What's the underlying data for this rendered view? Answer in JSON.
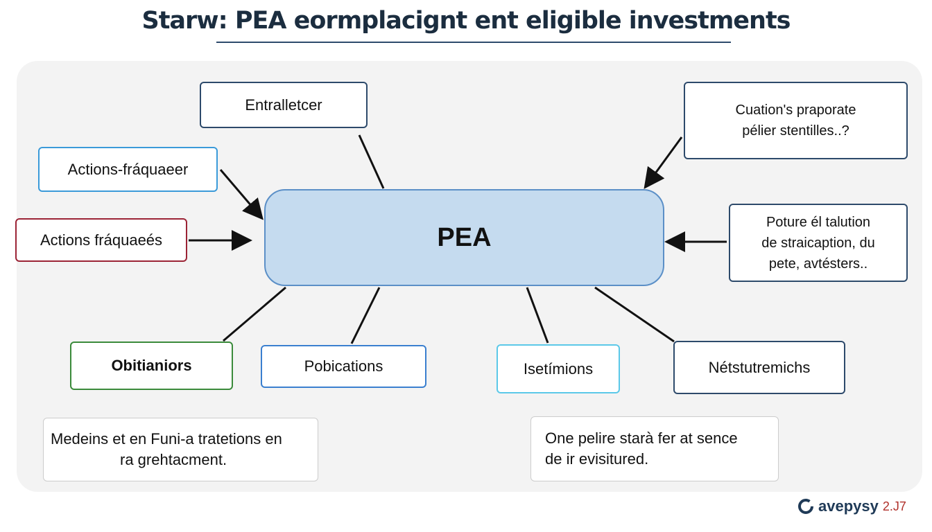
{
  "title": "Starw: PEA eormplacignt ent eligible investments",
  "center": "PEA",
  "nodes": {
    "entralletcer": "Entralletcer",
    "actions1": "Actions-fráquaeer",
    "actions2": "Actions fráquaeés",
    "cuation_1": "Cuation's praporate",
    "cuation_2": "pélier stentilles..?",
    "poture_1": "Poture él talution",
    "poture_2": "de straicaption, du",
    "poture_3": "pete, avtésters..",
    "obitianiors": "Obitianiors",
    "pobications": "Pobications",
    "isetimions": "Isetímions",
    "netstutremichs": "Nétstutremichs"
  },
  "notes": {
    "left_1": "Medeins et en Funi-a tratetions en",
    "left_2": "ra grehtacment.",
    "right_1": "One pelire starà fer at sence",
    "right_2": "de ir evisitured."
  },
  "logo": {
    "name": "avepysy",
    "version": "2.J7"
  },
  "colors": {
    "center_fill": "#c5dbef",
    "dark_blue": "#2d4a6b",
    "light_blue": "#3a9ad9",
    "red": "#9b2335",
    "green": "#3a8a3a",
    "cyan": "#5bc8e8"
  }
}
